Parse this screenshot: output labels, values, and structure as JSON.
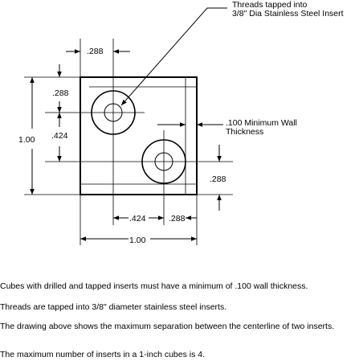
{
  "drawing": {
    "callout_insert_line1": "Threads tapped into",
    "callout_insert_line2": "3/8\" Dia Stainless Steel Insert",
    "callout_wall_line1": ".100  Minimum Wall",
    "callout_wall_line2": "Thickness",
    "dims": {
      "top_offset": ".288",
      "left_offset": ".288",
      "left_spacing": ".424",
      "left_overall": "1.00",
      "right_offset": ".288",
      "bottom_spacing": ".424",
      "bottom_offset": ".288",
      "bottom_overall": "1.00"
    }
  },
  "notes": [
    "Cubes with drilled and tapped inserts must have a minimum of .100 wall thickness.",
    "Threads are tapped into 3/8\" diameter stainless steel inserts.",
    "The drawing above shows the maximum separation between the centerline of two inserts.",
    "The maximum number of inserts in a 1-inch cubes is 4."
  ],
  "colors": {
    "line": "#000000",
    "background": "#ffffff"
  }
}
